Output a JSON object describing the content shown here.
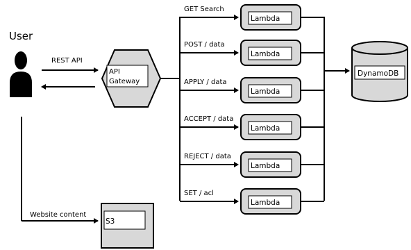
{
  "user": {
    "label": "User"
  },
  "rest_api": {
    "label": "REST API"
  },
  "api_gateway": {
    "line1": "API",
    "line2": "Gateway"
  },
  "routes": [
    {
      "label": "GET  Search",
      "target": "Lambda"
    },
    {
      "label": "POST / data",
      "target": "Lambda"
    },
    {
      "label": "APPLY / data",
      "target": "Lambda"
    },
    {
      "label": "ACCEPT / data",
      "target": "Lambda"
    },
    {
      "label": "REJECT / data",
      "target": "Lambda"
    },
    {
      "label": "SET / acl",
      "target": "Lambda"
    }
  ],
  "database": {
    "label": "DynamoDB"
  },
  "website": {
    "label": "Website content",
    "target": "S3"
  }
}
